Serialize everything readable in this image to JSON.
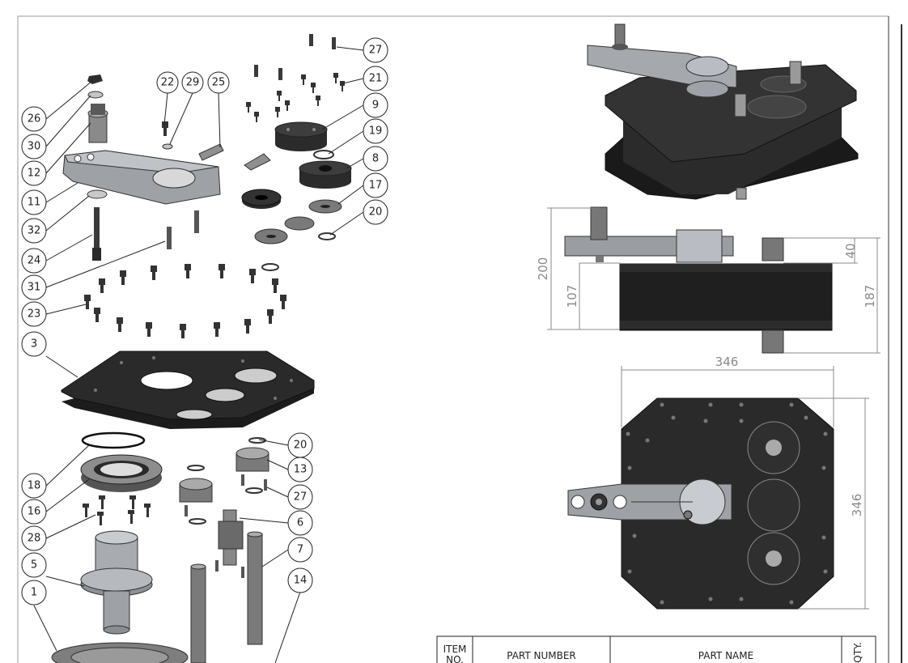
{
  "callouts": [
    "27",
    "21",
    "22",
    "29",
    "25",
    "26",
    "9",
    "30",
    "19",
    "12",
    "8",
    "11",
    "17",
    "32",
    "20",
    "24",
    "31",
    "23",
    "3",
    "20",
    "13",
    "18",
    "27",
    "16",
    "6",
    "28",
    "7",
    "5",
    "14",
    "1"
  ],
  "dimensions": {
    "overall_height": "200",
    "lower_height": "107",
    "arm_offset": "40",
    "shaft_height": "187",
    "top_width": "346",
    "side_height": "346"
  },
  "bom_table": {
    "item_no_header_line1": "ITEM",
    "item_no_header_line2": "NO.",
    "part_number_header": "PART NUMBER",
    "part_name_header": "PART NAME",
    "qty_header": "QTY."
  },
  "colors": {
    "part_dark": "#2b2b2b",
    "part_mid": "#4a4a4a",
    "part_light": "#b9bcc2",
    "dimension": "#8a8a8a",
    "line": "#222222"
  }
}
